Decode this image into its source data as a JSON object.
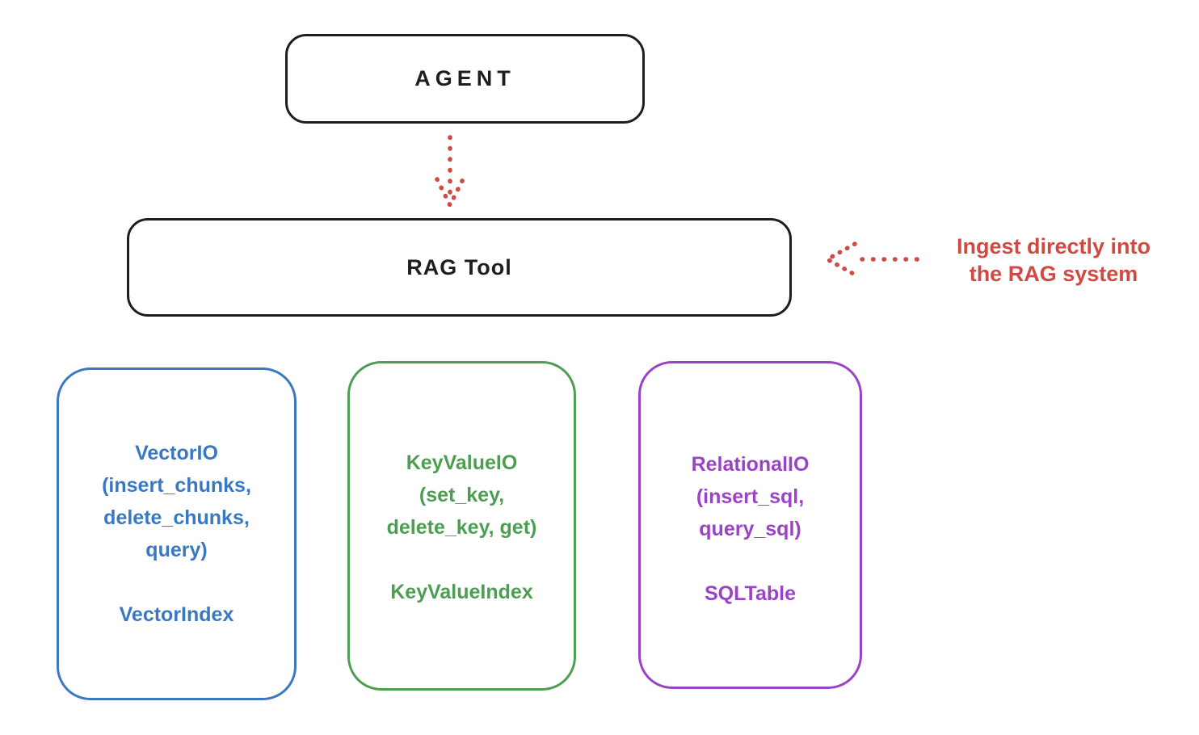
{
  "diagram": {
    "agent": {
      "label": "AGENT"
    },
    "rag_tool": {
      "label": "RAG Tool"
    },
    "annotation": {
      "line1": "Ingest directly into",
      "line2": "the RAG system",
      "color": "#cf4a42"
    },
    "backends": [
      {
        "id": "vector-io",
        "color": "#3b78c2",
        "lines": [
          "VectorIO",
          "(insert_chunks,",
          "delete_chunks,",
          "query)"
        ],
        "index_label": "VectorIndex"
      },
      {
        "id": "keyvalue-io",
        "color": "#4d9e53",
        "lines": [
          "KeyValueIO",
          "(set_key,",
          "delete_key, get)"
        ],
        "index_label": "KeyValueIndex"
      },
      {
        "id": "relational-io",
        "color": "#9b43c6",
        "lines": [
          "RelationalIO",
          "(insert_sql,",
          "query_sql)"
        ],
        "index_label": "SQLTable"
      }
    ],
    "colors": {
      "stroke": "#1e1e1e",
      "red": "#cf4a42",
      "blue": "#3b78c2",
      "green": "#4d9e53",
      "purple": "#9b43c6"
    }
  }
}
